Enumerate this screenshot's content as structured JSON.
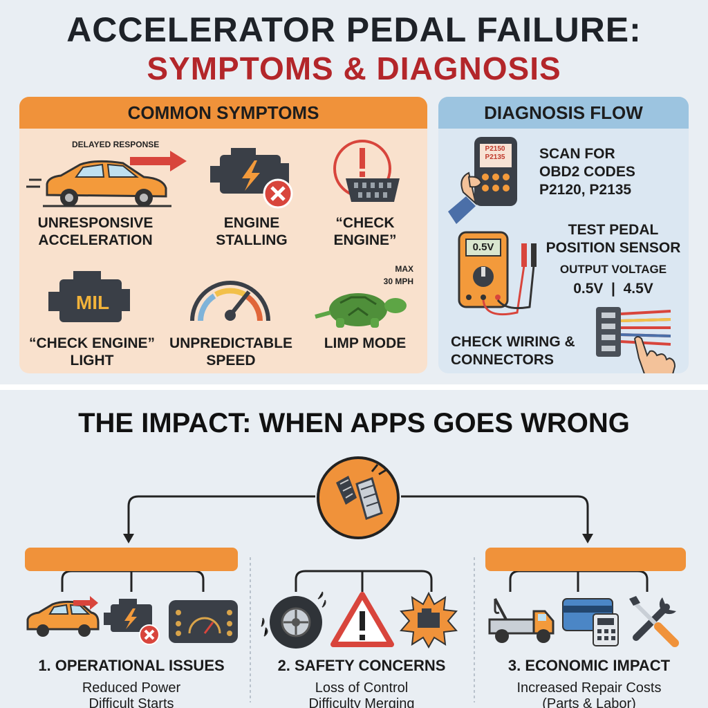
{
  "header": {
    "title": "ACCELERATOR PEDAL FAILURE:",
    "subtitle": "SYMPTOMS & DIAGNOSIS"
  },
  "symptoms": {
    "heading": "COMMON SYMPTOMS",
    "delayed_response": "DELAYED RESPONSE",
    "max_speed": "MAX\n30 MPH",
    "mil_text": "MIL",
    "items": [
      {
        "label": "UNRESPONSIVE\nACCELERATION",
        "icon": "car-icon"
      },
      {
        "label": "ENGINE\nSTALLING",
        "icon": "engine-stall-icon"
      },
      {
        "label": "“CHECK\nENGINE”",
        "icon": "obd-port-icon"
      },
      {
        "label": "“CHECK ENGINE”\nLIGHT",
        "icon": "mil-engine-icon"
      },
      {
        "label": "UNPREDICTABLE\nSPEED",
        "icon": "speedometer-icon"
      },
      {
        "label": "LIMP MODE",
        "icon": "turtle-icon"
      }
    ]
  },
  "diagnosis": {
    "heading": "DIAGNOSIS FLOW",
    "scanner_screen": "P2150\nP2135",
    "step1": "SCAN FOR\nOBD2 CODES\nP2120, P2135",
    "meter_reading": "0.5V",
    "step2_title": "TEST PEDAL\nPOSITION SENSOR",
    "step2_sub": "OUTPUT VOLTAGE",
    "step2_values": "0.5V  |  4.5V",
    "step3": "CHECK WIRING &\nCONNECTORS"
  },
  "impact": {
    "title": "THE IMPACT: WHEN APPS GOES WRONG",
    "columns": [
      {
        "title": "1. OPERATIONAL ISSUES",
        "lines": [
          "Reduced Power",
          "Difficult Starts"
        ]
      },
      {
        "title": "2. SAFETY CONCERNS",
        "lines": [
          "Loss of Control",
          "Difficulty Merging"
        ]
      },
      {
        "title": "3. ECONOMIC IMPACT",
        "lines": [
          "Increased Repair Costs",
          "(Parts & Labor)"
        ]
      }
    ]
  },
  "colors": {
    "accent_orange": "#f0923a",
    "title_red": "#b3262a",
    "diag_blue": "#9cc4e0"
  }
}
